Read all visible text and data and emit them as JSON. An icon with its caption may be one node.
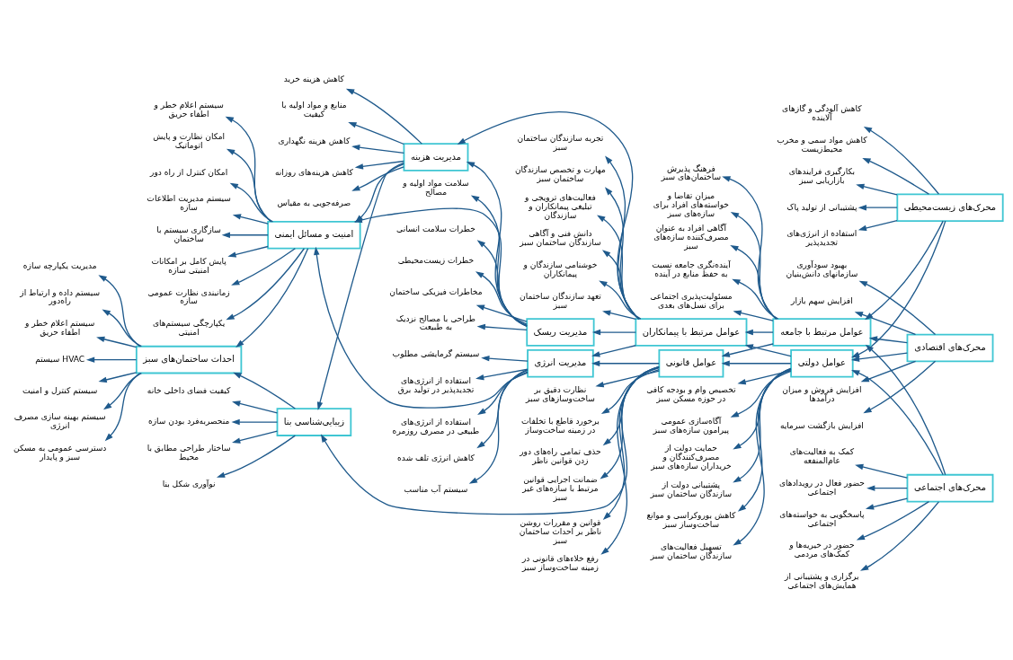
{
  "diagram": {
    "nodes": [
      {
        "text": [
          "محرک‌های زیست‌محیطی"
        ]
      },
      {
        "text": [
          "پشتیبانی از تولید پاک"
        ]
      },
      {
        "text": [
          "استفاده از انرژی‌های تجدیدپذیر"
        ]
      },
      {
        "text": [
          "کاهش آلودگی و گازهای آلاینده"
        ]
      },
      {
        "text": [
          "کاهش مواد سمی و مخرب محیط‌زیست"
        ]
      },
      {
        "text": [
          "بکارگیری فرایندهای بازاریابی سبز"
        ]
      },
      {
        "text": [
          "محرک‌های اقتصادی"
        ]
      },
      {
        "text": [
          "افزایش سهم بازار"
        ]
      },
      {
        "text": [
          "افزایش فروش و میزان درآمدها"
        ]
      },
      {
        "text": [
          "افزایش بازگشت سرمایه"
        ]
      },
      {
        "text": [
          "بهبود سودآوری سازمانهای دانش‌بنیان"
        ]
      },
      {
        "text": [
          "محرک‌های اجتماعی"
        ]
      },
      {
        "text": [
          "حضور در خیریه‌ها و کمک‌های مردمی"
        ]
      },
      {
        "text": [
          "برگزاری و پشتیبانی از همایش‌های اجتماعی"
        ]
      },
      {
        "text": [
          "کمک به فعالیت‌های عام‌المنفعه"
        ]
      },
      {
        "text": [
          "حضور فعال در رویدادهای اجتماعی"
        ]
      },
      {
        "text": [
          "پاسخگویی به خواسته‌های اجتماعی"
        ]
      },
      {
        "text": [
          "عوامل دولتی"
        ]
      },
      {
        "text": [
          "حمایت دولت از مصرف‌کنندگان و خریداران سازه‌های سبز"
        ]
      },
      {
        "text": [
          "پشتیبانی دولت از سازندگان ساختمان سبز"
        ]
      },
      {
        "text": [
          "کاهش بوروکراسی و موانع ساخت‌وساز سبز"
        ]
      },
      {
        "text": [
          "تسهیل فعالیت‌های سازندگان ساختمان سبز"
        ]
      },
      {
        "text": [
          "تخصیص وام و بودجه کافی در حوزه مسکن سبز"
        ]
      },
      {
        "text": [
          "آگاه‌سازی عمومی پیرامون سازه‌های سبز"
        ]
      },
      {
        "text": [
          "عوامل مرتبط با جامعه"
        ]
      },
      {
        "text": [
          "مسئولیت‌پذیری اجتماعی برای نسل‌های بعدی"
        ]
      },
      {
        "text": [
          "فرهنگ پذیرش ساختمان‌های سبز"
        ]
      },
      {
        "text": [
          "میزان تقاضا و خواسته‌های افراد برای سازه‌های سبز"
        ]
      },
      {
        "text": [
          "آگاهی افراد به عنوان مصرف‌کننده سازه‌های سبز"
        ]
      },
      {
        "text": [
          "آینده‌نگری جامعه نسبت به حفظ منابع در آینده"
        ]
      },
      {
        "text": [
          "عوامل مرتبط با پیمانکاران"
        ]
      },
      {
        "text": [
          "تجربه سازندگان ساختمان سبز"
        ]
      },
      {
        "text": [
          "مهارت و تخصص سازندگان ساختمان سبز"
        ]
      },
      {
        "text": [
          "فعالیت‌های ترویجی و تبلیغی پیمانکاران و سازندگان"
        ]
      },
      {
        "text": [
          "دانش فنی و آگاهی سازندگان ساختمان سبز"
        ]
      },
      {
        "text": [
          "خوشنامی سازندگان و پیمانکاران"
        ]
      },
      {
        "text": [
          "تعهد سازندگان ساختمان سبز"
        ]
      },
      {
        "text": [
          "عوامل قانونی"
        ]
      },
      {
        "text": [
          "قوانین و مقررات روشن ناظر بر احداث ساختمان سبز"
        ]
      },
      {
        "text": [
          "رفع خلاءهای قانونی در زمینه ساخت‌وساز سبز"
        ]
      },
      {
        "text": [
          "نظارت دقیق بر ساخت‌وسازهای سبز"
        ]
      },
      {
        "text": [
          "برخورد قاطع با تخلفات در زمینه ساخت‌وساز"
        ]
      },
      {
        "text": [
          "حذف تمامی راه‌های دور زدن قوانین ناظر"
        ]
      },
      {
        "text": [
          "ضمانت اجرایی قوانین مرتبط با سازه‌های غیر سبز"
        ]
      },
      {
        "text": [
          "مدیریت هزینه"
        ]
      },
      {
        "text": [
          "کاهش هزینه نگهداری"
        ]
      },
      {
        "text": [
          "کاهش هزینه‌های روزانه"
        ]
      },
      {
        "text": [
          "صرفه‌جویی به مقیاس"
        ]
      },
      {
        "text": [
          "کاهش هزینه خرید"
        ]
      },
      {
        "text": [
          "منابع و مواد اولیه با کیفیت"
        ]
      },
      {
        "text": [
          "مدیریت انرژی"
        ]
      },
      {
        "text": [
          "سیستم آب مناسب"
        ]
      },
      {
        "text": [
          "سیستم گرمایشی مطلوب"
        ]
      },
      {
        "text": [
          "استفاده از انرژی‌های تجدیدپذیر در تولید برق"
        ]
      },
      {
        "text": [
          "استفاده از انرژی‌های طبیعی در مصرف روزمره"
        ]
      },
      {
        "text": [
          "کاهش انرژی تلف شده"
        ]
      },
      {
        "text": [
          "مدیریت ریسک"
        ]
      },
      {
        "text": [
          "خطرات سلامت انسانی"
        ]
      },
      {
        "text": [
          "خطرات زیست‌محیطی"
        ]
      },
      {
        "text": [
          "مخاطرات فیزیکی ساختمان"
        ]
      },
      {
        "text": [
          "طراحی با مصالح نزدیک به طبیعت"
        ]
      },
      {
        "text": [
          "سلامت مواد اولیه و مصالح"
        ]
      },
      {
        "text": [
          "زیبایی‌شناسی بنا"
        ]
      },
      {
        "text": [
          "ساختار طراحی مطابق با محیط"
        ]
      },
      {
        "text": [
          "نوآوری شکل بنا"
        ]
      },
      {
        "text": [
          "کیفیت فضای داخلی خانه"
        ]
      },
      {
        "text": [
          "منحصربه‌فرد بودن سازه"
        ]
      },
      {
        "text": [
          "امنیت و مسائل ایمنی"
        ]
      },
      {
        "text": [
          "یکپارچگی سیستم‌های امنیتی"
        ]
      },
      {
        "text": [
          "سیستم اعلام خطر و اطفاء حریق"
        ]
      },
      {
        "text": [
          "امکان نظارت و پایش اتوماتیک"
        ]
      },
      {
        "text": [
          "امکان کنترل از راه دور"
        ]
      },
      {
        "text": [
          "سیستم مدیریت اطلاعات سازه"
        ]
      },
      {
        "text": [
          "سازگاری سیستم با ساختمان"
        ]
      },
      {
        "text": [
          "پایش کامل بر امکانات امنیتی سازه"
        ]
      },
      {
        "text": [
          "زمانبندی نظارت عمومی سازه"
        ]
      },
      {
        "text": [
          "احداث ساختمان‌های سبز"
        ]
      },
      {
        "text": [
          "مدیریت یکپارچه سازه"
        ]
      },
      {
        "text": [
          "سیستم داده و ارتباط از راه‌دور"
        ]
      },
      {
        "text": [
          "سیستم اعلام خطر و اطفاء حریق"
        ]
      },
      {
        "text": [
          "سیستم HVAC"
        ]
      },
      {
        "text": [
          "سیستم کنترل و امنیت"
        ]
      },
      {
        "text": [
          "سیستم بهینه سازی مصرف انرژی"
        ]
      },
      {
        "text": [
          "دسترسی عمومی به مسکن سبز و پایدار"
        ]
      }
    ],
    "edges": [
      {
        "from": 0,
        "to": 17,
        "arrow": "to"
      },
      {
        "from": 0,
        "to": 24,
        "arrow": "to"
      },
      {
        "from": 6,
        "to": 17,
        "arrow": "to"
      },
      {
        "from": 6,
        "to": 24,
        "arrow": "to"
      },
      {
        "from": 11,
        "to": 24,
        "arrow": "to"
      },
      {
        "from": 11,
        "to": 17,
        "arrow": "to"
      },
      {
        "from": 17,
        "to": 30,
        "arrow": "to"
      },
      {
        "from": 17,
        "to": 37,
        "arrow": "to"
      },
      {
        "from": 24,
        "to": 37,
        "arrow": "to"
      },
      {
        "from": 24,
        "to": 30,
        "arrow": "to"
      },
      {
        "from": 30,
        "to": 44,
        "arrow": "to"
      },
      {
        "from": 30,
        "to": 50,
        "arrow": "to"
      },
      {
        "from": 30,
        "to": 56,
        "arrow": "to"
      },
      {
        "from": 44,
        "to": 62,
        "arrow": "to"
      },
      {
        "from": 37,
        "to": 50,
        "arrow": "to"
      },
      {
        "from": 37,
        "to": 62,
        "arrow": "to"
      },
      {
        "from": 56,
        "to": 44,
        "arrow": "to"
      },
      {
        "from": 50,
        "to": 67,
        "arrow": "to"
      },
      {
        "from": 56,
        "to": 67,
        "arrow": "to"
      },
      {
        "from": 44,
        "to": 67,
        "arrow": "to"
      },
      {
        "from": 62,
        "to": 76,
        "arrow": "to"
      },
      {
        "from": 67,
        "to": 76,
        "arrow": "to"
      },
      {
        "from": 0,
        "to": 1,
        "arrow": "to"
      },
      {
        "from": 0,
        "to": 2,
        "arrow": "to"
      },
      {
        "from": 0,
        "to": 3,
        "arrow": "to"
      },
      {
        "from": 0,
        "to": 4,
        "arrow": "to"
      },
      {
        "from": 0,
        "to": 5,
        "arrow": "to"
      },
      {
        "from": 6,
        "to": 7,
        "arrow": "to"
      },
      {
        "from": 6,
        "to": 8,
        "arrow": "to"
      },
      {
        "from": 6,
        "to": 9,
        "arrow": "to"
      },
      {
        "from": 6,
        "to": 10,
        "arrow": "to"
      },
      {
        "from": 11,
        "to": 12,
        "arrow": "to"
      },
      {
        "from": 11,
        "to": 13,
        "arrow": "to"
      },
      {
        "from": 11,
        "to": 14,
        "arrow": "to"
      },
      {
        "from": 11,
        "to": 15,
        "arrow": "to"
      },
      {
        "from": 11,
        "to": 16,
        "arrow": "to"
      },
      {
        "from": 17,
        "to": 18,
        "arrow": "to"
      },
      {
        "from": 17,
        "to": 19,
        "arrow": "to"
      },
      {
        "from": 17,
        "to": 20,
        "arrow": "to"
      },
      {
        "from": 17,
        "to": 21,
        "arrow": "to"
      },
      {
        "from": 17,
        "to": 22,
        "arrow": "to"
      },
      {
        "from": 17,
        "to": 23,
        "arrow": "to"
      },
      {
        "from": 24,
        "to": 25,
        "arrow": "to"
      },
      {
        "from": 24,
        "to": 26,
        "arrow": "to"
      },
      {
        "from": 24,
        "to": 27,
        "arrow": "to"
      },
      {
        "from": 24,
        "to": 28,
        "arrow": "to"
      },
      {
        "from": 24,
        "to": 29,
        "arrow": "to"
      },
      {
        "from": 30,
        "to": 31,
        "arrow": "to"
      },
      {
        "from": 30,
        "to": 32,
        "arrow": "to"
      },
      {
        "from": 30,
        "to": 33,
        "arrow": "to"
      },
      {
        "from": 30,
        "to": 34,
        "arrow": "to"
      },
      {
        "from": 30,
        "to": 35,
        "arrow": "to"
      },
      {
        "from": 30,
        "to": 36,
        "arrow": "to"
      },
      {
        "from": 37,
        "to": 38,
        "arrow": "to"
      },
      {
        "from": 37,
        "to": 39,
        "arrow": "to"
      },
      {
        "from": 37,
        "to": 40,
        "arrow": "to"
      },
      {
        "from": 37,
        "to": 41,
        "arrow": "to"
      },
      {
        "from": 37,
        "to": 42,
        "arrow": "to"
      },
      {
        "from": 37,
        "to": 43,
        "arrow": "to"
      },
      {
        "from": 44,
        "to": 45,
        "arrow": "to"
      },
      {
        "from": 44,
        "to": 46,
        "arrow": "to"
      },
      {
        "from": 44,
        "to": 47,
        "arrow": "to"
      },
      {
        "from": 44,
        "to": 48,
        "arrow": "to"
      },
      {
        "from": 44,
        "to": 49,
        "arrow": "to"
      },
      {
        "from": 50,
        "to": 51,
        "arrow": "to"
      },
      {
        "from": 50,
        "to": 52,
        "arrow": "to"
      },
      {
        "from": 50,
        "to": 53,
        "arrow": "to"
      },
      {
        "from": 50,
        "to": 54,
        "arrow": "to"
      },
      {
        "from": 50,
        "to": 55,
        "arrow": "to"
      },
      {
        "from": 56,
        "to": 57,
        "arrow": "to"
      },
      {
        "from": 56,
        "to": 58,
        "arrow": "to"
      },
      {
        "from": 56,
        "to": 59,
        "arrow": "to"
      },
      {
        "from": 56,
        "to": 60,
        "arrow": "to"
      },
      {
        "from": 56,
        "to": 61,
        "arrow": "to"
      },
      {
        "from": 62,
        "to": 63,
        "arrow": "to"
      },
      {
        "from": 62,
        "to": 64,
        "arrow": "to"
      },
      {
        "from": 62,
        "to": 65,
        "arrow": "to"
      },
      {
        "from": 62,
        "to": 66,
        "arrow": "to"
      },
      {
        "from": 67,
        "to": 68,
        "arrow": "to"
      },
      {
        "from": 67,
        "to": 69,
        "arrow": "to"
      },
      {
        "from": 67,
        "to": 70,
        "arrow": "to"
      },
      {
        "from": 67,
        "to": 71,
        "arrow": "to"
      },
      {
        "from": 67,
        "to": 72,
        "arrow": "to"
      },
      {
        "from": 67,
        "to": 73,
        "arrow": "to"
      },
      {
        "from": 67,
        "to": 74,
        "arrow": "to"
      },
      {
        "from": 67,
        "to": 75,
        "arrow": "to"
      },
      {
        "from": 76,
        "to": 77,
        "arrow": "to"
      },
      {
        "from": 76,
        "to": 78,
        "arrow": "to"
      },
      {
        "from": 76,
        "to": 79,
        "arrow": "to"
      },
      {
        "from": 76,
        "to": 80,
        "arrow": "to"
      },
      {
        "from": 76,
        "to": 81,
        "arrow": "to"
      },
      {
        "from": 76,
        "to": 82,
        "arrow": "to"
      },
      {
        "from": 76,
        "to": 83,
        "arrow": "to"
      }
    ]
  }
}
